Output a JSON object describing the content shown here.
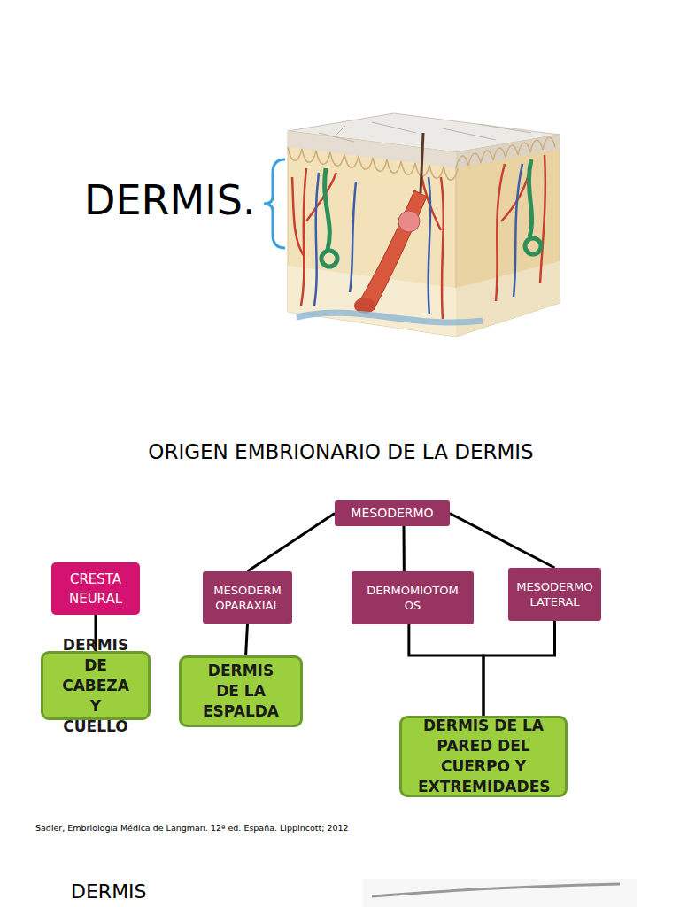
{
  "diagram": {
    "title": "ORIGEN EMBRIONARIO DE LA DERMIS",
    "nodes": [
      {
        "text": [
          "MESODERMO"
        ]
      },
      {
        "text": [
          "CRESTA NEURAL"
        ]
      },
      {
        "text": [
          "MESODERMOPARAXIAL"
        ]
      },
      {
        "text": [
          "DERMOMIOTOMOS"
        ]
      },
      {
        "text": [
          "MESODERMOLATERAL"
        ]
      },
      {
        "text": [
          "DERMIS DE CABEZA Y CUELLO"
        ]
      },
      {
        "text": [
          "DERMIS DE LA ESPALDA"
        ]
      },
      {
        "text": [
          "DERMIS DE LA PARED DEL CUERPO Y EXTREMIDADES"
        ]
      }
    ],
    "edges": [
      {
        "from": 0,
        "to": 2,
        "arrow": "none"
      },
      {
        "from": 0,
        "to": 3,
        "arrow": "none"
      },
      {
        "from": 0,
        "to": 4,
        "arrow": "none"
      },
      {
        "from": 1,
        "to": 5,
        "arrow": "none"
      },
      {
        "from": 2,
        "to": 6,
        "arrow": "none"
      },
      {
        "from": 3,
        "to": 7,
        "arrow": "none"
      },
      {
        "from": 4,
        "to": 7,
        "arrow": "none"
      }
    ],
    "labels": [
      "DERMIS.",
      "Sadler, Embriología Médica de Langman. 12ª ed. España. Lippincott; 2012",
      "DERMIS"
    ]
  }
}
